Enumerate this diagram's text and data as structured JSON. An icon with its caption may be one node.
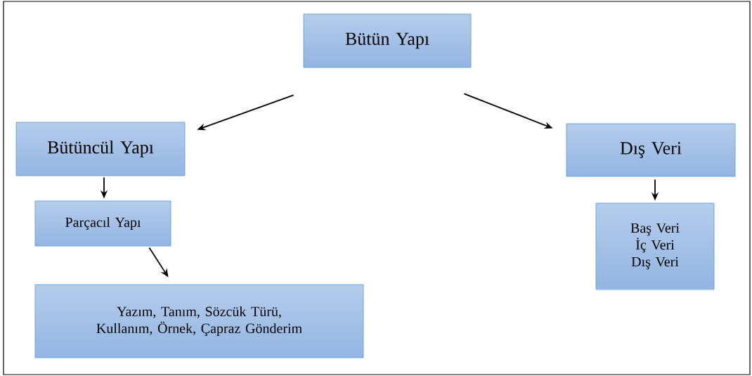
{
  "diagram": {
    "nodes": [
      {
        "text": [
          "Bütün Yapı"
        ]
      },
      {
        "text": [
          "Bütüncül Yapı"
        ]
      },
      {
        "text": [
          "Dış Veri"
        ]
      },
      {
        "text": [
          "Parçacıl Yapı"
        ]
      },
      {
        "text": [
          "Baş Veri",
          "İç Veri",
          "Dış Veri"
        ]
      },
      {
        "text": [
          "Yazım, Tanım, Sözcük Türü, Kullanım, Örnek, Çapraz Gönderim"
        ]
      }
    ],
    "edges": [
      {
        "from": 0,
        "to": 1,
        "arrow": "to"
      },
      {
        "from": 0,
        "to": 2,
        "arrow": "to"
      },
      {
        "from": 1,
        "to": 3,
        "arrow": "to"
      },
      {
        "from": 2,
        "to": 4,
        "arrow": "to"
      },
      {
        "from": 3,
        "to": 5,
        "arrow": "to"
      }
    ]
  }
}
